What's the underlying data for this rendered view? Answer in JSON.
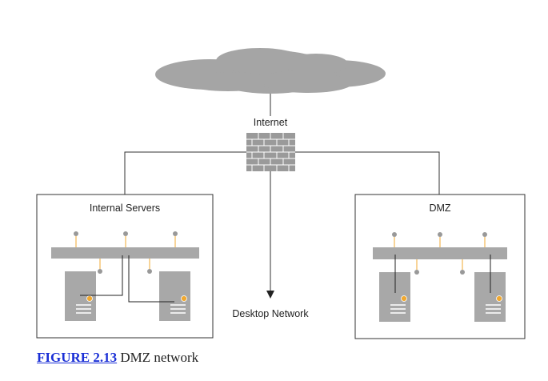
{
  "diagram": {
    "internet_label": "Internet",
    "internal_servers_label": "Internal Servers",
    "dmz_label": "DMZ",
    "desktop_network_label": "Desktop Network"
  },
  "caption": {
    "figure_link": "FIGURE 2.13",
    "text": " DMZ network"
  },
  "colors": {
    "cloud": "#a5a5a5",
    "bar": "#a8a8a8",
    "server": "#a8a8a8",
    "firewall": "#9a9a9a",
    "accent": "#f0a830",
    "line": "#333333",
    "link": "#1a2fd6"
  }
}
